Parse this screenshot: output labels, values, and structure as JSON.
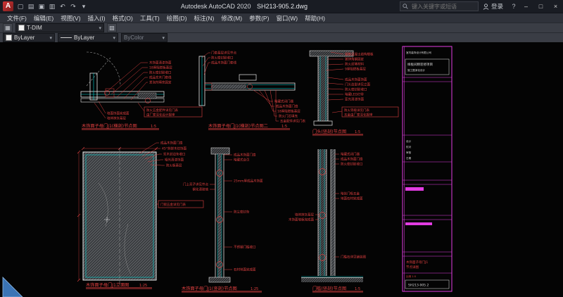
{
  "app": {
    "logo": "A",
    "title": "Autodesk AutoCAD 2020",
    "doc": "SH213-905.2.dwg",
    "search_placeholder": "键入关键字或短语",
    "signin": "登录",
    "icons": {
      "new": "▢",
      "open": "▤",
      "save": "▣",
      "plot": "▥",
      "undo": "↶",
      "redo": "↷",
      "caret": "▾",
      "layers": "▦",
      "layers2": "▧",
      "min": "–",
      "max": "□",
      "close": "×",
      "help": "?"
    }
  },
  "menus": [
    "文件(F)",
    "编辑(E)",
    "视图(V)",
    "插入(I)",
    "格式(O)",
    "工具(T)",
    "绘图(D)",
    "标注(N)",
    "修改(M)",
    "参数(P)",
    "窗口(W)",
    "帮助(H)"
  ],
  "toolbars": {
    "layer": "T-DIM",
    "color": "ByLayer",
    "linetype": "ByLayer",
    "plotstyle": "ByColor"
  },
  "views": {
    "v1": {
      "labels": [
        "木饰面清漆饰面",
        "18厚阻燃板基层",
        "防火密封胶收口",
        "成品实木门套线",
        "发泡剂填充固定"
      ],
      "box": [
        "防火五金配件详见门表",
        "由厂家深化设计报审"
      ],
      "extra": [
        "墙面饰面完成面",
        "墙体抹灰基层"
      ],
      "title": "木饰面子母门J1(横剖)节点图",
      "scale": "1:5"
    },
    "v2": {
      "top_labels": [
        "门套基层详见节点",
        "防火密封胶收口",
        "成品木饰面门套线"
      ],
      "right_labels": [
        "暗藏式闭门器",
        "成品木饰面门扇",
        "18厚阻燃板基层",
        "防火门芯填充",
        "五金配件详见门表"
      ],
      "title": "木饰面子母门J1(横剖)节点图二",
      "scale": "1:5"
    },
    "v3": {
      "top_labels": [
        "钢筋混凝土结构楼板",
        "镀锌角钢固定",
        "防火封堵材料",
        "9厚阻燃板基层"
      ],
      "right_labels": [
        "成品木饰面饰面",
        "门头造型详见立面",
        "防火密封胶收口",
        "暗藏LED灯带",
        "亚光清漆饰面"
      ],
      "box": [
        "防火等级详见门表",
        "五金由厂家深化报审"
      ],
      "title": "门头(竖剖)节点图",
      "scale": "1:5"
    },
    "v4": {
      "labels": [
        "成品木饰面门扇",
        "45°斜拼木纹饰面",
        "实木封边条收口",
        "哑光清漆饰面",
        "防火板基层"
      ],
      "mid_label": "门锁五金详见门表",
      "title": "木饰面子母门J1立面图",
      "scale": "1:25"
    },
    "v5": {
      "left_labels": [
        "门上亮子详见节点",
        "钢化清玻璃"
      ],
      "right_labels": [
        "成品木饰面门扇",
        "暗藏式合页",
        "25mm厚成品木饰面",
        "防尘密封条",
        "不锈钢门槛收口",
        "石材地面完成面"
      ],
      "title": "木饰面子母门J1(竖剖)节点图",
      "scale": "1:25"
    },
    "v6": {
      "left_labels": [
        "墙体抹灰基层",
        "木饰面墙板完成面"
      ],
      "right_labels": [
        "暗藏式闭门器",
        "成品木饰面门扇",
        "防火密封胶收口",
        "暗装门吸五金",
        "地面石材完成面",
        "门槛石详见铺装图"
      ],
      "title": "门槛(竖剖)节点图",
      "scale": "1:5"
    }
  },
  "titleblock": {
    "company": "室内装饰设计有限公司",
    "project": "样板间精装修项目",
    "project2": "施工图深化设计",
    "fields": [
      "设计",
      "校对",
      "审核",
      "日期"
    ],
    "name1": "木饰面子母门J1",
    "name2": "节点详图",
    "scale_label": "比例 1:5",
    "number": "SH213-905.2"
  },
  "colors": {
    "annotation_red": "#e04040",
    "line_cyan": "#00d8d8",
    "line_white": "#e8e8e8",
    "titleblock_magenta": "#e23ce2",
    "logo_red": "#c03030",
    "triangle_blue": "#3b74b5"
  }
}
